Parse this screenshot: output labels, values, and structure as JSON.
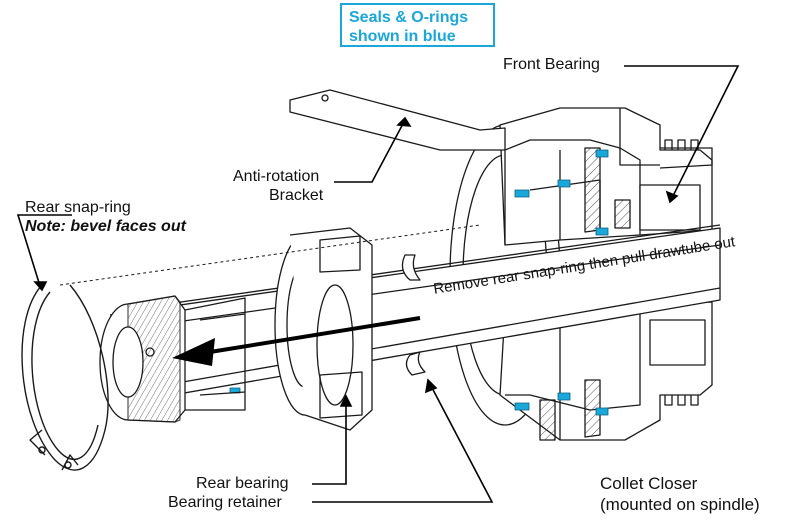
{
  "legend": {
    "line1": "Seals & O-rings",
    "line2": "shown in blue"
  },
  "labels": {
    "front_bearing": "Front Bearing",
    "anti_rotation_line1": "Anti-rotation",
    "anti_rotation_line2": "Bracket",
    "rear_snap_ring": "Rear snap-ring",
    "note": "Note: bevel faces out",
    "rear_bearing": "Rear bearing",
    "bearing_retainer": "Bearing retainer",
    "collet_closer_line1": "Collet Closer",
    "collet_closer_line2": "(mounted on spindle)"
  },
  "annotation": "Remove rear snap-ring then pull drawtube out",
  "colors": {
    "seal": "#1aa7d9",
    "outline": "#1a1a1a",
    "hatch": "#555555"
  }
}
